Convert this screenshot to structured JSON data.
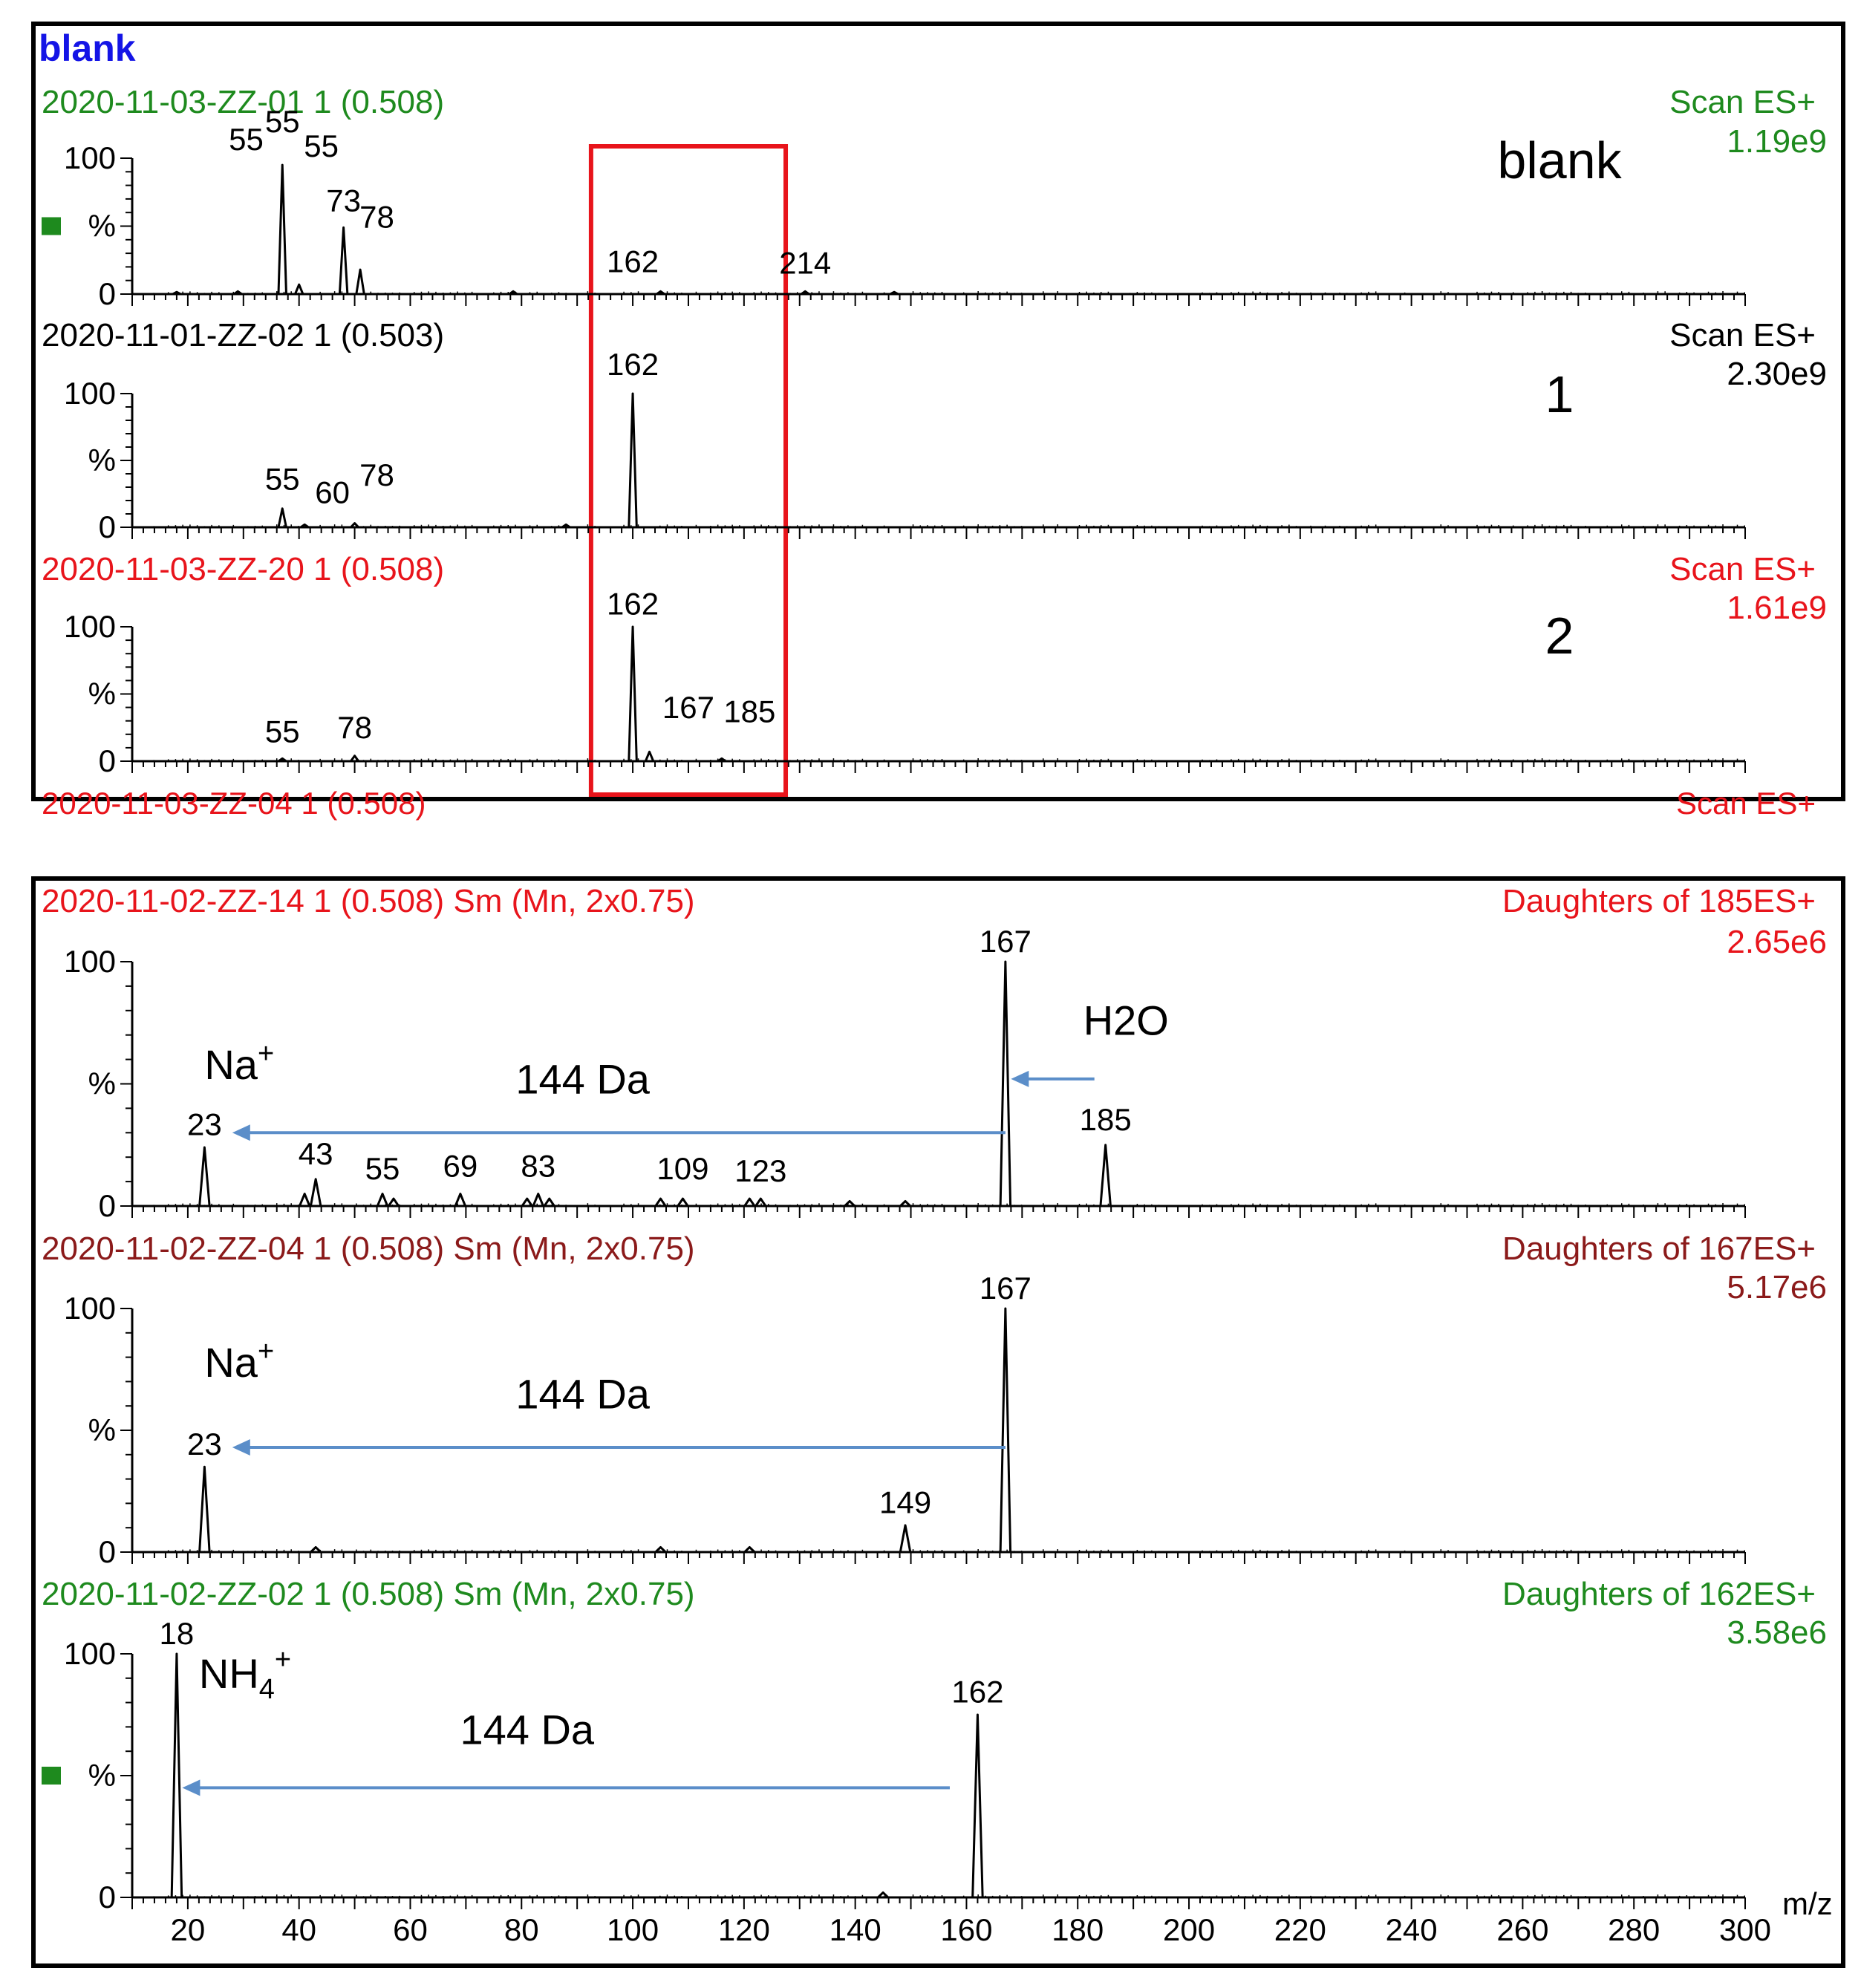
{
  "colors": {
    "green": "#1e8a1e",
    "black": "#000000",
    "red": "#e8141b",
    "darkred": "#8b1a1a",
    "blue": "#1414e6",
    "arrow": "#5b8ec9",
    "highlight": "#e8141b"
  },
  "top_panel": {
    "title": "blank",
    "cutoff_label": "2020-11-03-ZZ-04 1 (0.508)",
    "cutoff_right": "Scan ES+"
  },
  "bottom_panel": {
    "xlabel": "m/z"
  },
  "chart_data": [
    {
      "type": "line",
      "panel": "top",
      "header": "2020-11-03-ZZ-01 1 (0.508)",
      "header_color": "green",
      "mode": "Scan ES+",
      "intensity": "1.19e9",
      "tag": "blank",
      "ylabel": "%",
      "yticks": [
        "100",
        "%",
        "0"
      ],
      "legend_marker": true,
      "xlim": [
        10,
        300
      ],
      "ylim": [
        0,
        100
      ],
      "peaks": [
        [
          18,
          1.5
        ],
        [
          29,
          2
        ],
        [
          37,
          95
        ],
        [
          40,
          7
        ],
        [
          48,
          49
        ],
        [
          51,
          18
        ],
        [
          78.5,
          2
        ],
        [
          105,
          2
        ],
        [
          131,
          2
        ],
        [
          147,
          1.5
        ]
      ],
      "peak_labels": [
        {
          "text": "55",
          "x": 30.5,
          "y": 106
        },
        {
          "text": "55",
          "x": 37,
          "y": 119
        },
        {
          "text": "55",
          "x": 44,
          "y": 101
        },
        {
          "text": "73",
          "x": 48,
          "y": 61
        },
        {
          "text": "78",
          "x": 54,
          "y": 49
        },
        {
          "text": "162",
          "x": 100,
          "y": 16
        },
        {
          "text": "214",
          "x": 131,
          "y": 15
        }
      ]
    },
    {
      "type": "line",
      "panel": "top",
      "header": "2020-11-01-ZZ-02 1 (0.503)",
      "header_color": "black",
      "mode": "Scan ES+",
      "intensity": "2.30e9",
      "tag": "1",
      "ylabel": "%",
      "yticks": [
        "100",
        "%",
        "0"
      ],
      "xlim": [
        10,
        300
      ],
      "ylim": [
        0,
        100
      ],
      "peaks": [
        [
          37,
          14
        ],
        [
          41,
          2
        ],
        [
          50,
          3
        ],
        [
          100,
          100
        ],
        [
          88,
          2
        ]
      ],
      "peak_labels": [
        {
          "text": "55",
          "x": 37,
          "y": 28
        },
        {
          "text": "60",
          "x": 46,
          "y": 18
        },
        {
          "text": "78",
          "x": 54,
          "y": 31
        },
        {
          "text": "162",
          "x": 100,
          "y": 114
        }
      ]
    },
    {
      "type": "line",
      "panel": "top",
      "header": "2020-11-03-ZZ-20 1 (0.508)",
      "header_color": "red",
      "mode": "Scan ES+",
      "intensity": "1.61e9",
      "tag": "2",
      "ylabel": "%",
      "yticks": [
        "100",
        "%",
        "0"
      ],
      "xlim": [
        10,
        300
      ],
      "ylim": [
        0,
        100
      ],
      "peaks": [
        [
          37,
          2
        ],
        [
          50,
          4
        ],
        [
          100,
          100
        ],
        [
          103,
          7
        ],
        [
          116,
          2
        ]
      ],
      "peak_labels": [
        {
          "text": "55",
          "x": 37,
          "y": 14
        },
        {
          "text": "78",
          "x": 50,
          "y": 17
        },
        {
          "text": "162",
          "x": 100,
          "y": 109
        },
        {
          "text": "167",
          "x": 110,
          "y": 32
        },
        {
          "text": "185",
          "x": 121,
          "y": 29
        }
      ]
    },
    {
      "type": "line",
      "panel": "bottom",
      "header": "2020-11-02-ZZ-14  1 (0.508) Sm (Mn, 2x0.75)",
      "header_color": "red",
      "mode": "Daughters of 185ES+",
      "intensity": "2.65e6",
      "ylabel": "%",
      "yticks": [
        "100",
        "%",
        "0"
      ],
      "xlim": [
        10,
        300
      ],
      "ylim": [
        0,
        100
      ],
      "peaks": [
        [
          23,
          24
        ],
        [
          41,
          5
        ],
        [
          43,
          11
        ],
        [
          55,
          5
        ],
        [
          57,
          3
        ],
        [
          69,
          5
        ],
        [
          81,
          3
        ],
        [
          83,
          5
        ],
        [
          85,
          3
        ],
        [
          105,
          3
        ],
        [
          109,
          3
        ],
        [
          121,
          3
        ],
        [
          123,
          3
        ],
        [
          139,
          2
        ],
        [
          149,
          2
        ],
        [
          167,
          100
        ],
        [
          185,
          25
        ]
      ],
      "peak_labels": [
        {
          "text": "167",
          "x": 167,
          "y": 104
        },
        {
          "text": "185",
          "x": 185,
          "y": 31
        },
        {
          "text": "23",
          "x": 23,
          "y": 29
        },
        {
          "text": "43",
          "x": 43,
          "y": 17
        },
        {
          "text": "55",
          "x": 55,
          "y": 11
        },
        {
          "text": "69",
          "x": 69,
          "y": 12
        },
        {
          "text": "83",
          "x": 83,
          "y": 12
        },
        {
          "text": "109",
          "x": 109,
          "y": 11
        },
        {
          "text": "123",
          "x": 123,
          "y": 10
        }
      ],
      "annotations": [
        {
          "text": "Na",
          "sup": "+",
          "x": 23,
          "y": 52,
          "size": 30
        },
        {
          "text": "144 Da",
          "x": 91,
          "y": 46,
          "size": 30
        },
        {
          "text": "H2O",
          "x": 181,
          "y": 70,
          "size": 30
        }
      ],
      "arrows": [
        {
          "from": [
            167,
            30
          ],
          "to": [
            28,
            30
          ]
        },
        {
          "from": [
            183,
            52
          ],
          "to": [
            168,
            52
          ]
        }
      ]
    },
    {
      "type": "line",
      "panel": "bottom",
      "header": "2020-11-02-ZZ-04  1 (0.508) Sm (Mn, 2x0.75)",
      "header_color": "darkred",
      "mode": "Daughters of 167ES+",
      "intensity": "5.17e6",
      "ylabel": "%",
      "yticks": [
        "100",
        "%",
        "0"
      ],
      "xlim": [
        10,
        300
      ],
      "ylim": [
        0,
        100
      ],
      "peaks": [
        [
          23,
          35
        ],
        [
          43,
          2
        ],
        [
          105,
          2
        ],
        [
          121,
          2
        ],
        [
          149,
          11
        ],
        [
          167,
          100
        ]
      ],
      "peak_labels": [
        {
          "text": "167",
          "x": 167,
          "y": 104
        },
        {
          "text": "23",
          "x": 23,
          "y": 40
        },
        {
          "text": "149",
          "x": 149,
          "y": 16
        }
      ],
      "annotations": [
        {
          "text": "Na",
          "sup": "+",
          "x": 23,
          "y": 72,
          "size": 30
        },
        {
          "text": "144 Da",
          "x": 91,
          "y": 59,
          "size": 30
        }
      ],
      "arrows": [
        {
          "from": [
            167,
            43
          ],
          "to": [
            28,
            43
          ]
        }
      ]
    },
    {
      "type": "line",
      "panel": "bottom",
      "header": "2020-11-02-ZZ-02  1 (0.508) Sm (Mn, 2x0.75)",
      "header_color": "green",
      "mode": "Daughters of 162ES+",
      "intensity": "3.58e6",
      "ylabel": "%",
      "yticks": [
        "100",
        "%",
        "0"
      ],
      "legend_marker": true,
      "xlim": [
        10,
        300
      ],
      "ylim": [
        0,
        100
      ],
      "xlabel": "m/z",
      "xticks": [
        20,
        40,
        60,
        80,
        100,
        120,
        140,
        160,
        180,
        200,
        220,
        240,
        260,
        280,
        300
      ],
      "peaks": [
        [
          18,
          100
        ],
        [
          145,
          2
        ],
        [
          162,
          75
        ]
      ],
      "peak_labels": [
        {
          "text": "18",
          "x": 18,
          "y": 104
        },
        {
          "text": "162",
          "x": 162,
          "y": 80
        }
      ],
      "annotations": [
        {
          "text": "NH",
          "sub": "4",
          "sup": "+",
          "x": 22,
          "y": 86,
          "size": 30
        },
        {
          "text": "144 Da",
          "x": 81,
          "y": 63,
          "size": 30
        }
      ],
      "arrows": [
        {
          "from": [
            157,
            45
          ],
          "to": [
            19,
            45
          ]
        }
      ]
    }
  ]
}
